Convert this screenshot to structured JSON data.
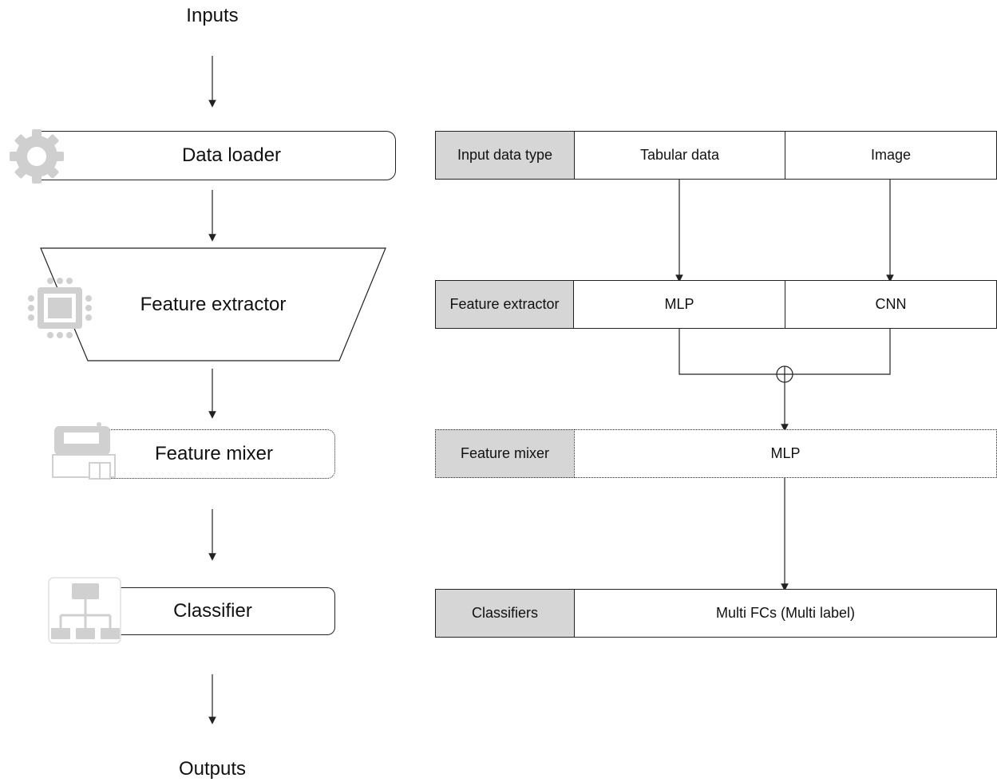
{
  "pipeline": {
    "inputs": "Inputs",
    "data_loader": "Data loader",
    "feature_extractor": "Feature extractor",
    "feature_mixer": "Feature mixer",
    "classifier": "Classifier",
    "outputs": "Outputs"
  },
  "table": {
    "input_row": {
      "head": "Input data type",
      "cells": [
        "Tabular data",
        "Image"
      ]
    },
    "extractor_row": {
      "head": "Feature extractor",
      "cells": [
        "MLP",
        "CNN"
      ]
    },
    "mixer_row": {
      "head": "Feature mixer",
      "cells": [
        "MLP"
      ]
    },
    "classifier_row": {
      "head": "Classifiers",
      "cells": [
        "Multi FCs (Multi label)"
      ]
    }
  },
  "icons": {
    "data_loader": "gear-icon",
    "feature_extractor": "chip-icon",
    "feature_mixer": "mixer-device-icon",
    "classifier": "hierarchy-icon"
  },
  "colors": {
    "header_fill": "#d6d6d6",
    "icon_gray": "#d0d0d0",
    "line": "#222222"
  }
}
